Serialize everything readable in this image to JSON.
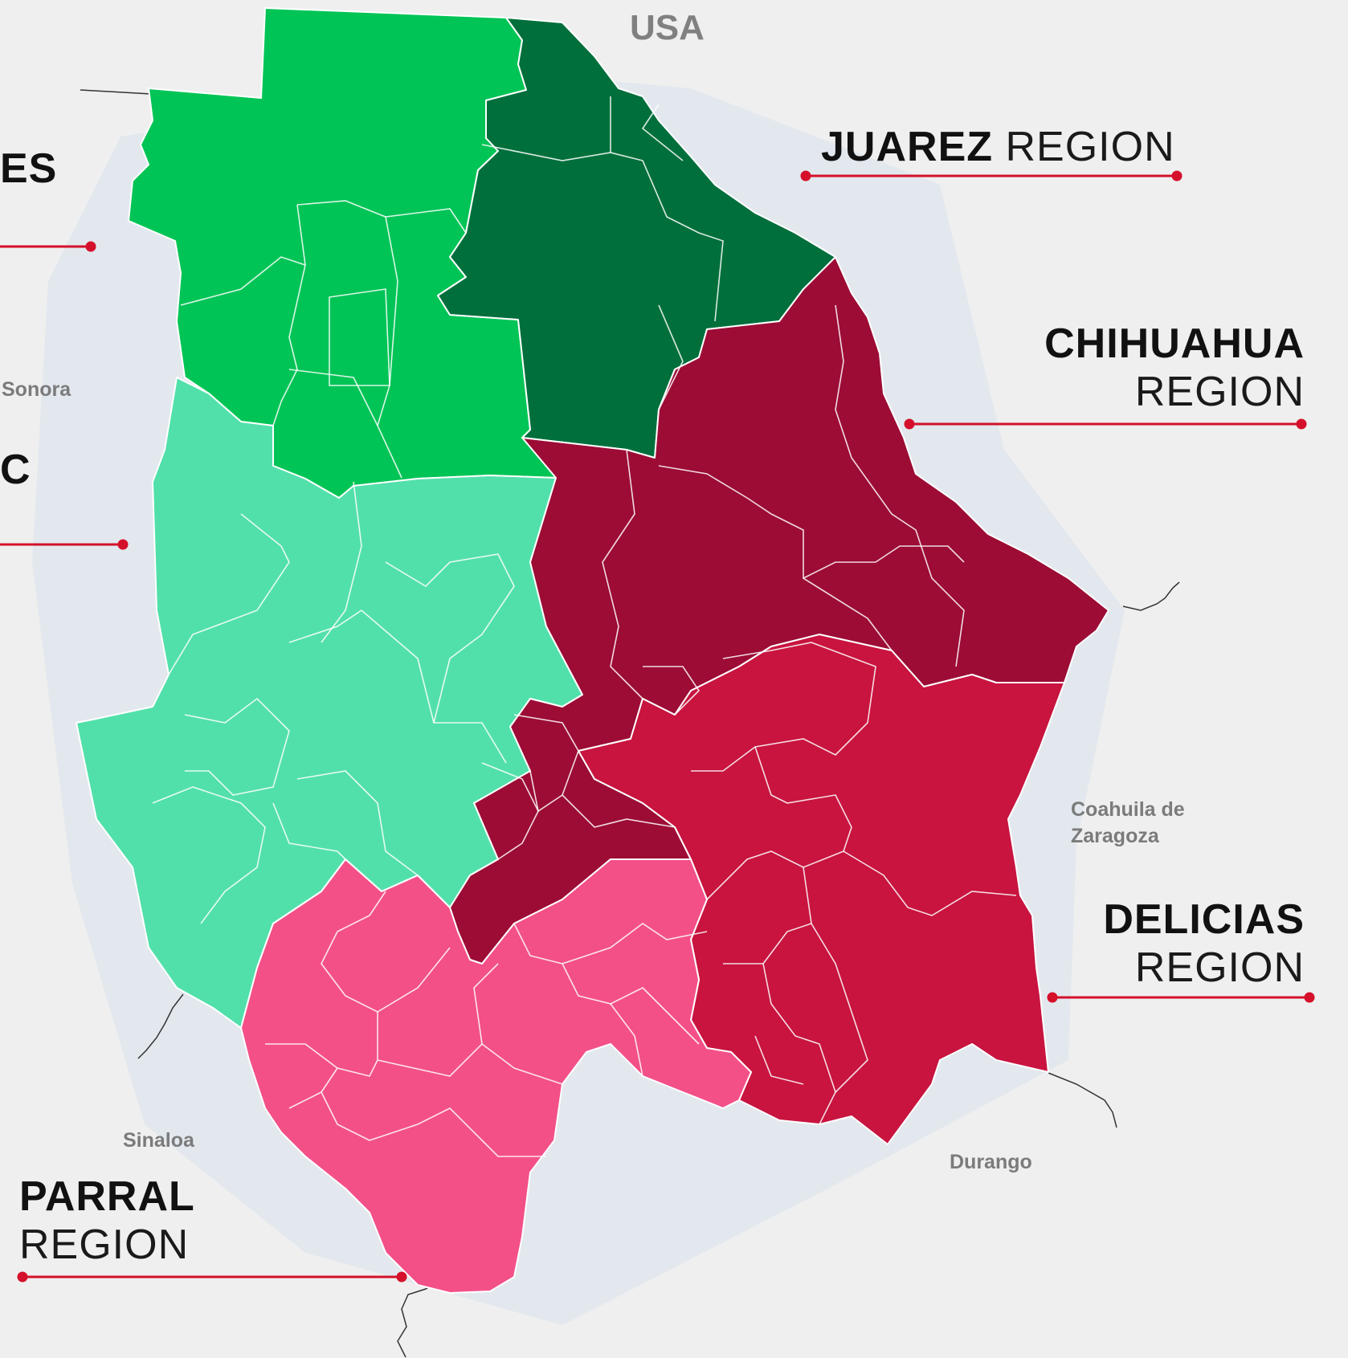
{
  "neighbors": {
    "usa": "USA",
    "sonora": "Sonora",
    "sinaloa": "Sinaloa",
    "durango": "Durango",
    "coahuila_1": "Coahuila de",
    "coahuila_2": "Zaragoza"
  },
  "regions": {
    "juarez": {
      "name": "JUAREZ",
      "suffix": "REGION",
      "color": "#006f3b"
    },
    "chihuahua": {
      "name": "CHIHUAHUA",
      "suffix": "REGION",
      "color": "#9c0c35"
    },
    "delicias": {
      "name": "DELICIAS",
      "suffix": "REGION",
      "color": "#c8143f"
    },
    "parral": {
      "name": "PARRAL",
      "suffix": "REGION",
      "color": "#f35088"
    },
    "northwest": {
      "name_fragment": "ES",
      "color": "#00c455"
    },
    "west": {
      "name_fragment": "C",
      "color": "#52e0aa"
    }
  },
  "colors": {
    "background": "#efefef",
    "halo": "#e2e8ee",
    "leader_line": "#d4102a"
  }
}
